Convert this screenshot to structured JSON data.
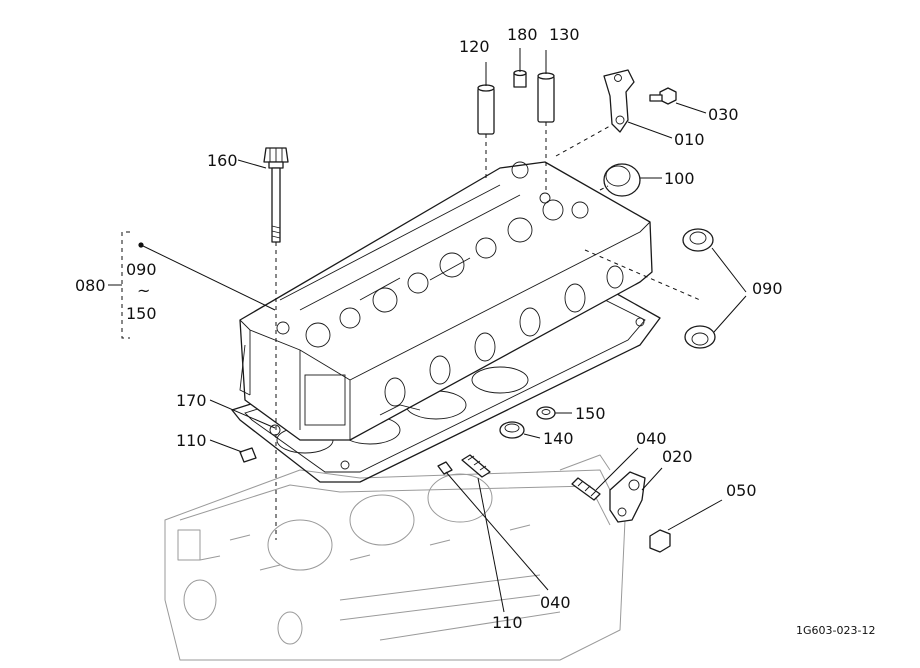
{
  "labels": {
    "p120": "120",
    "p180": "180",
    "p130": "130",
    "p030": "030",
    "p010": "010",
    "p160": "160",
    "p100": "100",
    "p080": "080",
    "p090_group": "090",
    "p_tilde": "~",
    "p150_group": "150",
    "p090_right": "090",
    "p170": "170",
    "p150": "150",
    "p140": "140",
    "p110_left": "110",
    "p040_right": "040",
    "p020": "020",
    "p050": "050",
    "p040_bottom": "040",
    "p110_bottom": "110"
  },
  "drawing_code": "1G603-023-12"
}
